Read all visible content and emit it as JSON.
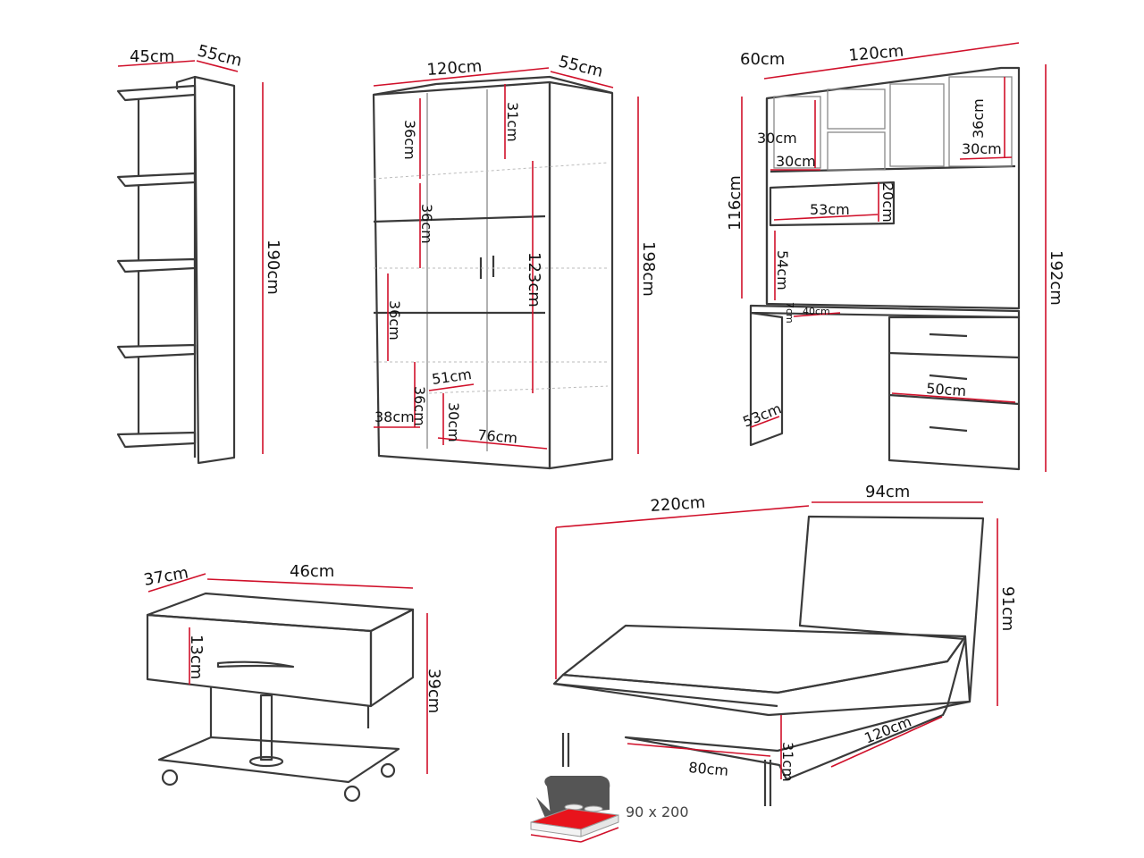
{
  "title": "Furniture set dimensions",
  "colors": {
    "dimension_line": "#d0102a",
    "outline": "#3a3a3a",
    "mattress": "#e8141c"
  },
  "bookshelf": {
    "depth": "45cm",
    "width": "55cm",
    "height": "190cm"
  },
  "wardrobe": {
    "width": "120cm",
    "depth": "55cm",
    "height": "198cm",
    "shelf_top": "36cm",
    "top_compartment": "31cm",
    "shelf_mid": "36cm",
    "inner_height": "123cm",
    "shelf_low": "36cm",
    "shelf_bottom": "36cm",
    "shelf_depth": "51cm",
    "bottom_width": "38cm",
    "drawer_height": "30cm",
    "inner_width": "76cm"
  },
  "desk": {
    "depth": "60cm",
    "width": "120cm",
    "hutch_height": "116cm",
    "total_height": "192cm",
    "cubby_height": "36cm",
    "cubby_width_left": "30cm",
    "cubby_width_bottom": "30cm",
    "cubby_width_right": "30cm",
    "shelf_height": "20cm",
    "shelf_width": "53cm",
    "desk_clearance": "54cm",
    "top_thickness": "7cm",
    "top_depth": "40cm",
    "drawer_width": "50cm",
    "leg_depth": "53cm"
  },
  "nightstand": {
    "depth": "37cm",
    "width": "46cm",
    "drawer_height": "13cm",
    "height": "39cm"
  },
  "bed": {
    "length": "220cm",
    "width": "94cm",
    "headboard_height": "91cm",
    "storage_width": "120cm",
    "storage_depth": "80cm",
    "clearance": "31cm"
  },
  "mattress": {
    "size": "90 x 200",
    "icon": "mattress-icon"
  }
}
